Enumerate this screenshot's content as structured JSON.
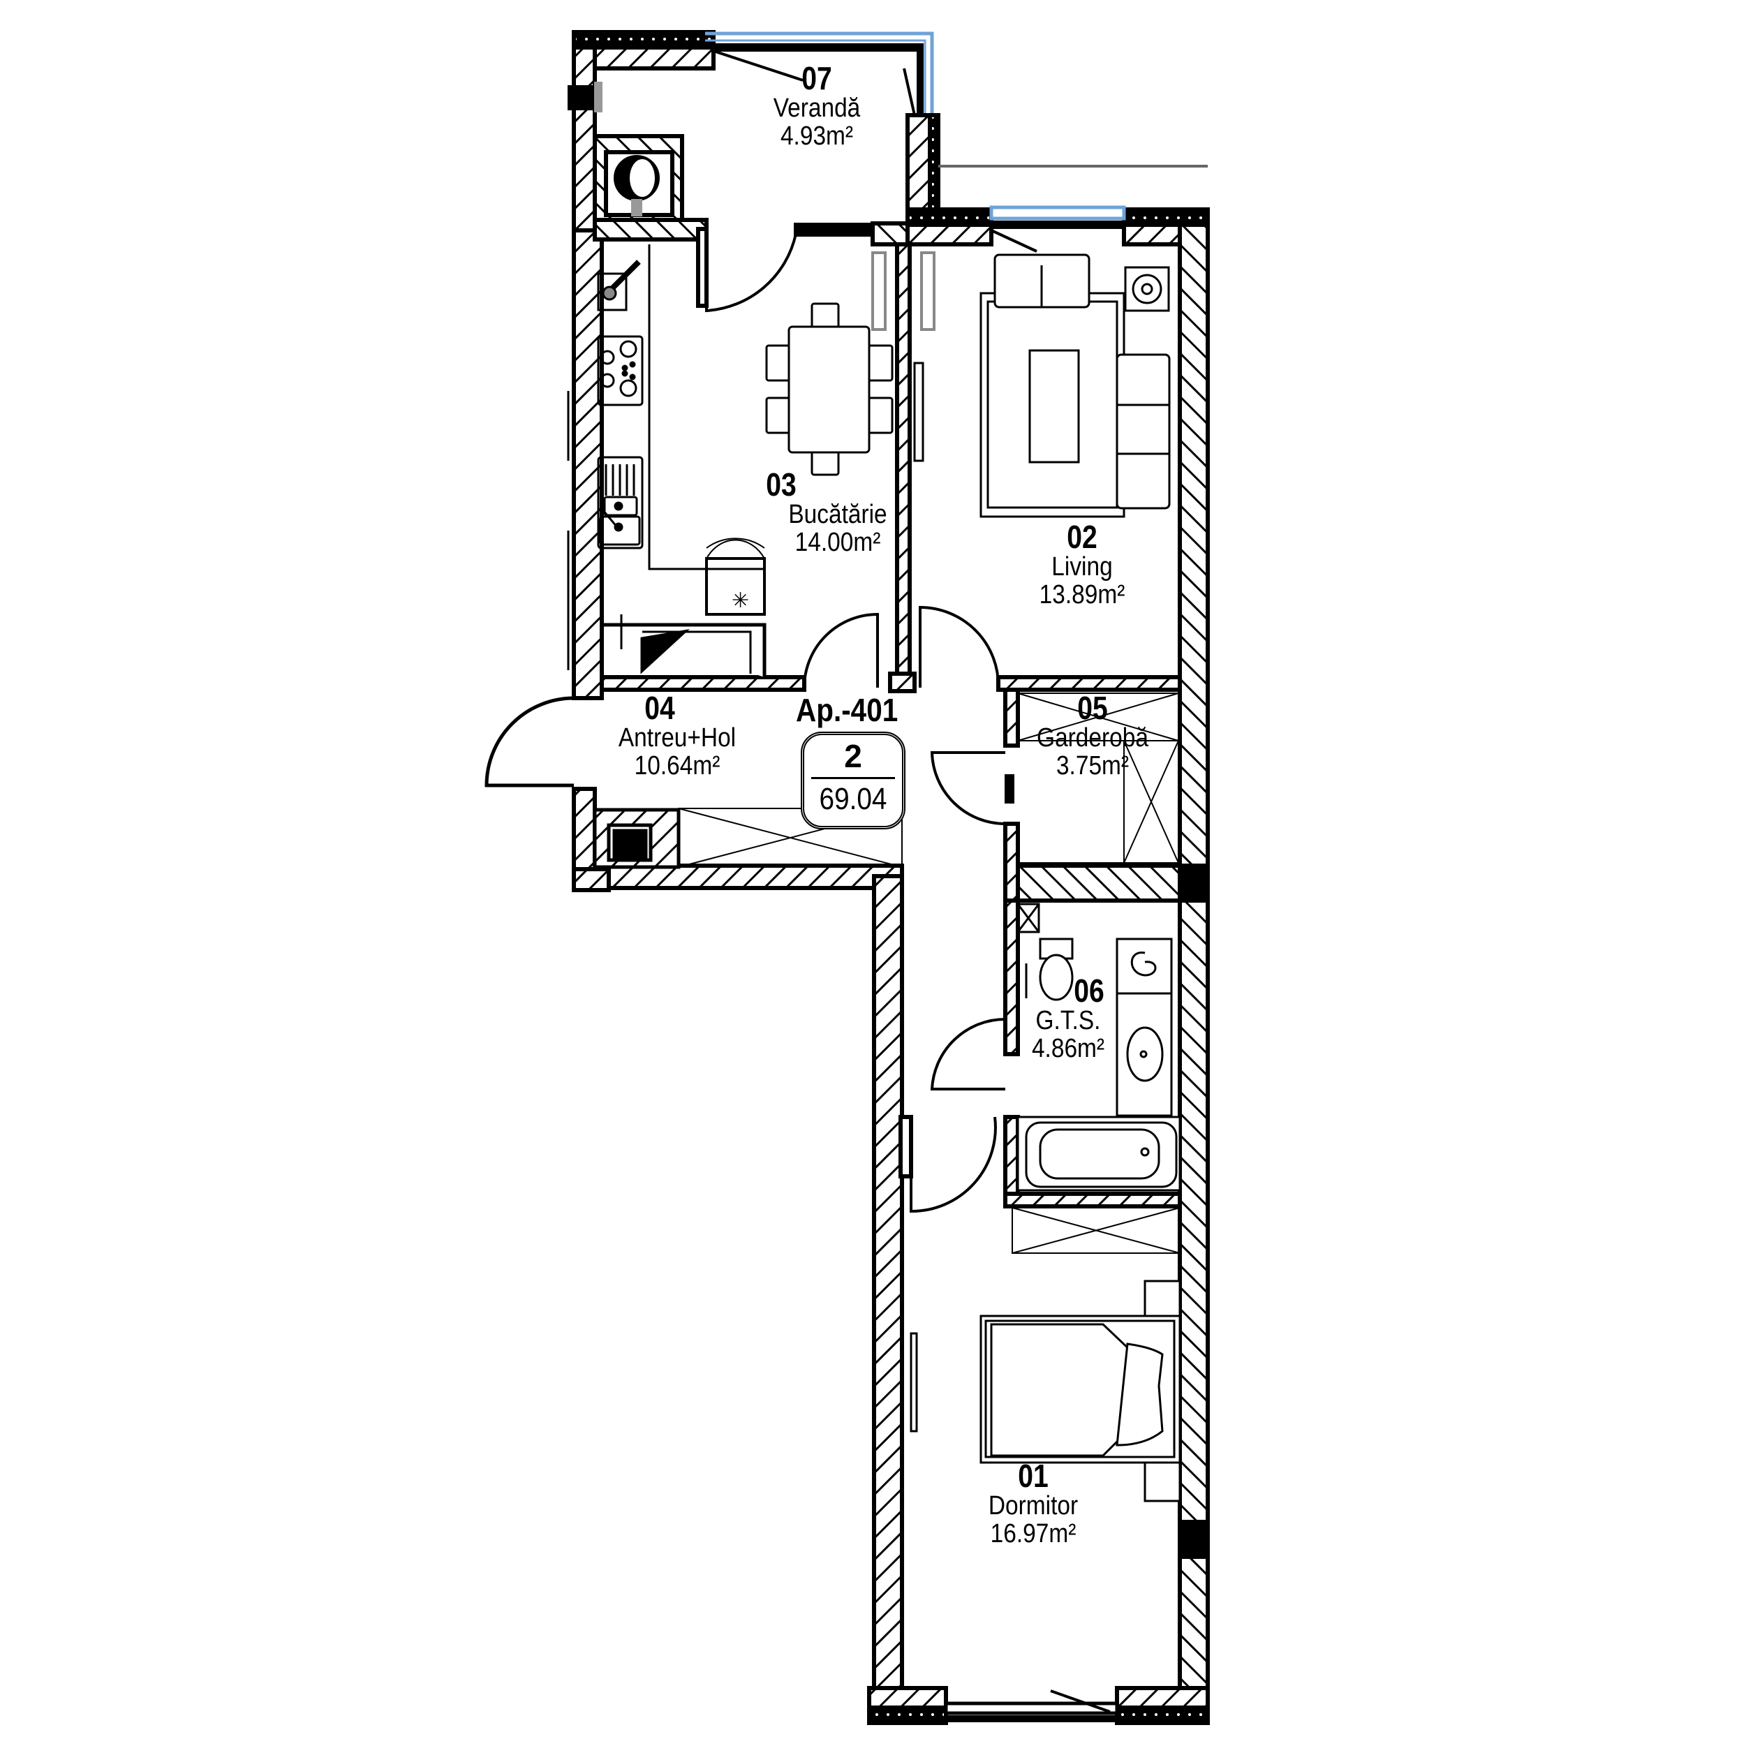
{
  "apartment": {
    "id": "Ap.-401",
    "room_count": "2",
    "total_area": "69.04"
  },
  "rooms": [
    {
      "number": "01",
      "name": "Dormitor",
      "area": "16.97m²"
    },
    {
      "number": "02",
      "name": "Living",
      "area": "13.89m²"
    },
    {
      "number": "03",
      "name": "Bucătărie",
      "area": "14.00m²"
    },
    {
      "number": "04",
      "name": "Antreu+Hol",
      "area": "10.64m²"
    },
    {
      "number": "05",
      "name": "Garderobă",
      "area": "3.75m²"
    },
    {
      "number": "06",
      "name": "G.T.S.",
      "area": "4.86m²"
    },
    {
      "number": "07",
      "name": "Verandă",
      "area": "4.93m²"
    }
  ],
  "colors": {
    "wall": "#000000",
    "hatch_bg": "#ffffff",
    "glazing": "#6fa3d8",
    "background": "#ffffff",
    "grey_fixture": "#999999"
  },
  "icons": {
    "stove": "stove-hob-icon",
    "sink": "kitchen-sink-icon",
    "toilet": "toilet-icon",
    "washbasin": "washbasin-icon",
    "bathtub": "bathtub-icon",
    "washing_machine": "washing-machine-icon",
    "boiler": "boiler-icon",
    "bed": "double-bed-icon",
    "sofa": "sofa-icon",
    "dining_table": "dining-table-icon",
    "fridge": "fridge-icon"
  }
}
